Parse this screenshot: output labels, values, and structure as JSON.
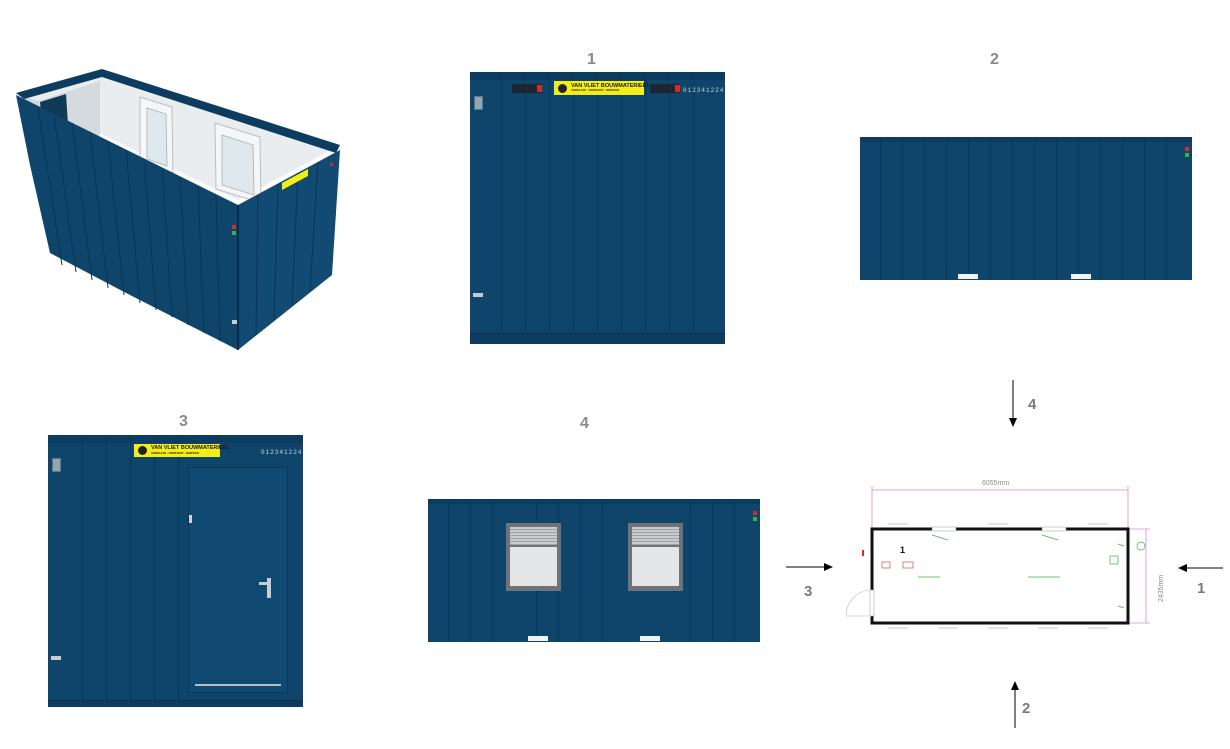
{
  "views": {
    "view1_label": "1",
    "view2_label": "2",
    "view3_label": "3",
    "view4_label": "4"
  },
  "branding": {
    "brand_name": "VAN VLIET BOUWMATERIEEL",
    "tagline": "VERHUUR - VERKOOP - SERVICE",
    "serial": "012341224"
  },
  "plan": {
    "length_dim": "6055mm",
    "width_dim": "2435mm",
    "dir_label_1": "1",
    "dir_label_2": "2",
    "dir_label_3": "3",
    "dir_label_4": "4",
    "item_label": "1"
  },
  "colors": {
    "container_blue": "#0f456b",
    "logo_yellow": "#f4ee14",
    "dimension_line": "#d98bd9",
    "plan_green": "#3cb043"
  }
}
